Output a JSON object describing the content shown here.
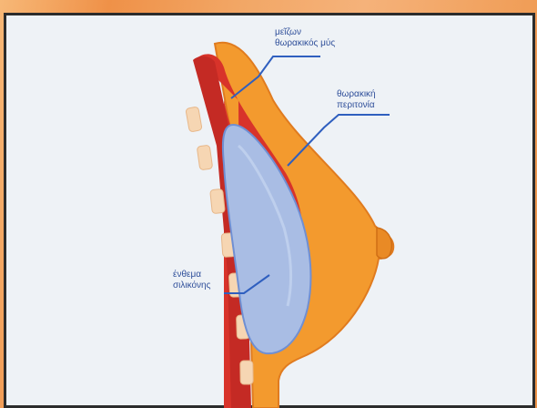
{
  "labels": {
    "pectoral_muscle": [
      "μεῖζων",
      "θωρακικός μύς"
    ],
    "pectoral_fascia": [
      "θωρακική",
      "περιτονία"
    ],
    "silicone_implant": [
      "ένθεμα",
      "σιλικόνης"
    ]
  },
  "colors": {
    "page_border_orange": "#f2a160",
    "panel_bg": "#eef2f6",
    "frame": "#2c2c2c",
    "skin_orange": "#f39a2e",
    "skin_outline": "#e07b1f",
    "muscle_red": "#d8332a",
    "implant_blue": "#a9bde4",
    "implant_outline": "#6f8fd3",
    "rib_cream": "#f6d6b3",
    "leader_line": "#2f5fbf",
    "label_text": "#2f4f9a"
  }
}
